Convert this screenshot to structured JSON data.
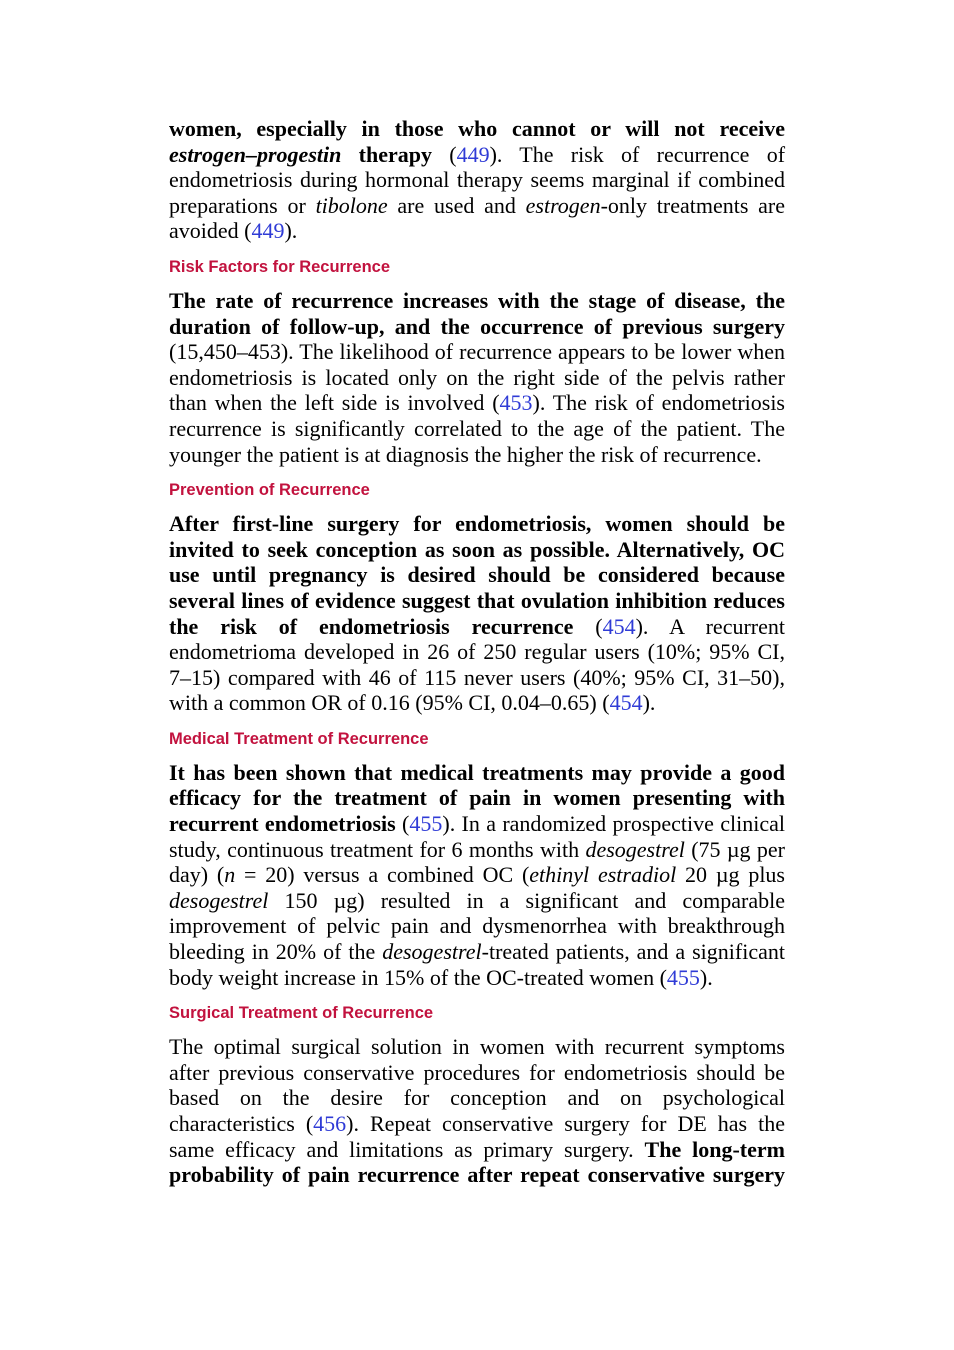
{
  "colors": {
    "text": "#000000",
    "heading": "#c2123e",
    "reference_link": "#2f3bd6"
  },
  "intro": {
    "runs": [
      {
        "text": "women, especially in those who cannot or will not receive ",
        "style": "bold"
      },
      {
        "text": "estrogen–progestin",
        "style": "bold-italic"
      },
      {
        "text": " therapy",
        "style": "bold"
      },
      {
        "text": " (",
        "style": "plain"
      },
      {
        "text": "449",
        "style": "reference"
      },
      {
        "text": "). The risk of recurrence of endometriosis during hormonal therapy seems marginal if combined preparations or ",
        "style": "plain"
      },
      {
        "text": "tibolone",
        "style": "italic"
      },
      {
        "text": " are used and ",
        "style": "plain"
      },
      {
        "text": "estrogen",
        "style": "italic"
      },
      {
        "text": "-only treatments are avoided (",
        "style": "plain"
      },
      {
        "text": "449",
        "style": "reference"
      },
      {
        "text": ").",
        "style": "plain"
      }
    ]
  },
  "sections": [
    {
      "heading": "Risk Factors for Recurrence",
      "runs": [
        {
          "text": "The rate of recurrence increases with the stage of disease, the duration of follow-up, and the occurrence of previous surgery",
          "style": "bold"
        },
        {
          "text": " (15,450–453). The likelihood of recurrence appears to be lower when endometriosis is located only on the right side of the pelvis rather than when the left side is involved (",
          "style": "plain"
        },
        {
          "text": "453",
          "style": "reference"
        },
        {
          "text": "). The risk of endometriosis recurrence is significantly correlated to the age of the patient. The younger the patient is at diagnosis the higher the risk of recurrence.",
          "style": "plain"
        }
      ]
    },
    {
      "heading": "Prevention of Recurrence",
      "runs": [
        {
          "text": "After first-line surgery for endometriosis, women should be invited to seek conception as soon as possible. Alternatively, OC use until pregnancy is desired should be considered because several lines of evidence suggest that ovulation inhibition reduces the risk of endometriosis recurrence",
          "style": "bold"
        },
        {
          "text": " (",
          "style": "plain"
        },
        {
          "text": "454",
          "style": "reference"
        },
        {
          "text": "). A recurrent endometrioma developed in 26 of 250 regular users (10%; 95% CI, 7–15) compared with 46 of 115 never users (40%; 95% CI, 31–50), with a common OR of 0.16 (95% CI, 0.04–0.65) (",
          "style": "plain"
        },
        {
          "text": "454",
          "style": "reference"
        },
        {
          "text": ").",
          "style": "plain"
        }
      ]
    },
    {
      "heading": "Medical Treatment of Recurrence",
      "runs": [
        {
          "text": "It has been shown that medical treatments may provide a good efficacy for the treatment of pain in women presenting with recurrent endometriosis",
          "style": "bold"
        },
        {
          "text": " (",
          "style": "plain"
        },
        {
          "text": "455",
          "style": "reference"
        },
        {
          "text": "). In a randomized prospective clinical study, continuous treatment for 6 months with ",
          "style": "plain"
        },
        {
          "text": "desogestrel",
          "style": "italic"
        },
        {
          "text": " (75 µg per day) (",
          "style": "plain"
        },
        {
          "text": "n",
          "style": "italic"
        },
        {
          "text": " = 20) versus a combined OC (",
          "style": "plain"
        },
        {
          "text": "ethinyl estradiol",
          "style": "italic"
        },
        {
          "text": " 20 µg plus ",
          "style": "plain"
        },
        {
          "text": "desogestrel",
          "style": "italic"
        },
        {
          "text": " 150 µg) resulted in a significant and comparable improvement of pelvic pain and dysmenorrhea with breakthrough bleeding in 20% of the ",
          "style": "plain"
        },
        {
          "text": "desogestrel",
          "style": "italic"
        },
        {
          "text": "-treated patients, and a significant body weight increase in 15% of the OC-treated women (",
          "style": "plain"
        },
        {
          "text": "455",
          "style": "reference"
        },
        {
          "text": ").",
          "style": "plain"
        }
      ]
    },
    {
      "heading": "Surgical Treatment of Recurrence",
      "runs": [
        {
          "text": "The optimal surgical solution in women with recurrent symptoms after previous conservative procedures for endometriosis should be based on the desire for conception and on psychological characteristics (",
          "style": "plain"
        },
        {
          "text": "456",
          "style": "reference"
        },
        {
          "text": "). Repeat conservative surgery for DE has the same efficacy and limitations as primary surgery. ",
          "style": "plain"
        },
        {
          "text": "The long-term probability of pain recurrence after repeat conservative surgery",
          "style": "bold"
        }
      ]
    }
  ]
}
